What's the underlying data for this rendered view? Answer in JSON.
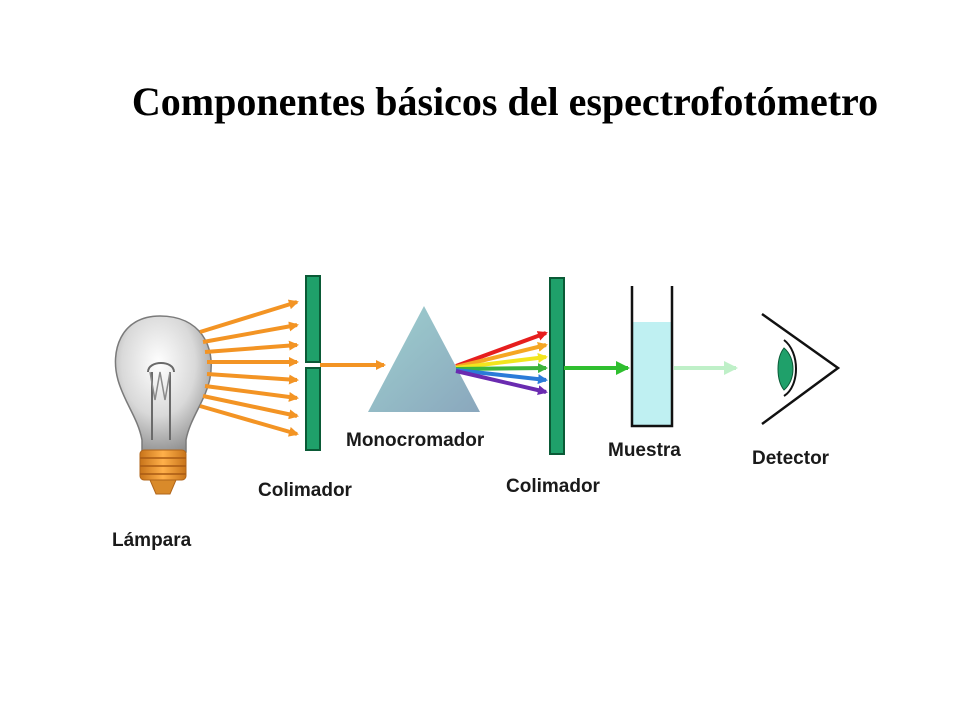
{
  "title": "Componentes básicos del espectrofotómetro",
  "labels": {
    "lamp": "Lámpara",
    "collimator1": "Colimador",
    "monochromator": "Monocromador",
    "collimator2": "Colimador",
    "sample": "Muestra",
    "detector": "Detector"
  },
  "colors": {
    "orange_beam": "#f39424",
    "collimator_green": "#1fa06a",
    "prism": "#93bfc6",
    "sample_liquid": "#bff0f2",
    "green_beam": "#2fbf2f",
    "faded_beam": "#bff0c8",
    "spectrum": [
      "#e61e1e",
      "#f5a623",
      "#f2e51e",
      "#3cb43c",
      "#2b7bd8",
      "#6a2bb0"
    ]
  },
  "icons": {
    "lamp": "light-bulb-icon",
    "detector": "eye-icon"
  }
}
